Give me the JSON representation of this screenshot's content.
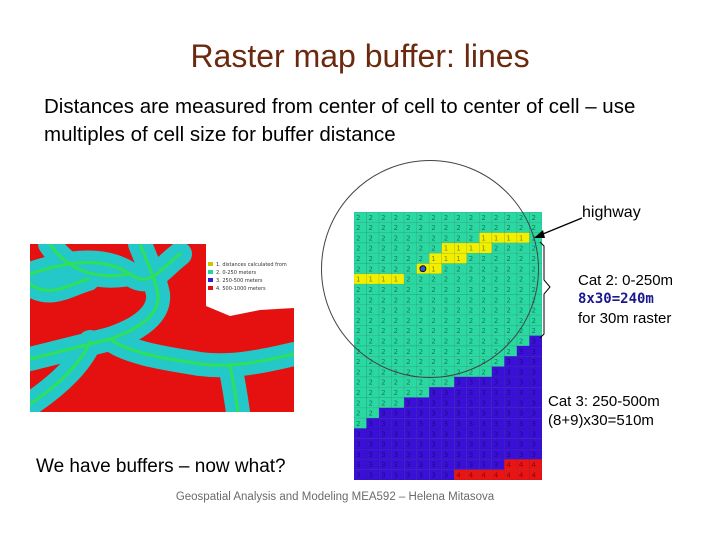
{
  "slide": {
    "title": "Raster map buffer: lines",
    "subtitle": "Distances are measured from center of cell to center of cell – use multiples of cell size for buffer distance",
    "highway_label": "highway",
    "cat2": {
      "line1": "Cat 2: 0-250m",
      "line2": "8x30=240m",
      "line3": "for 30m raster"
    },
    "cat3": {
      "line1": "Cat 3: 250-500m",
      "line2": "(8+9)x30=510m"
    },
    "question": "We have buffers – now what?",
    "footer": "Geospatial Analysis and Modeling MEA592 – Helena Mitasova"
  },
  "legend": {
    "items": [
      {
        "label": "1. distances calculated from",
        "color": "#c8c800"
      },
      {
        "label": "2. 0-250 meters",
        "color": "#25d2a0"
      },
      {
        "label": "3. 250-500 meters",
        "color": "#3a1ad0"
      },
      {
        "label": "4. 500-1000 meters",
        "color": "#e01010"
      }
    ]
  },
  "grid": {
    "rows": 26,
    "cols": 15,
    "colors": {
      "1": "#f0f000",
      "2": "#2ad8a2",
      "3": "#3a10d8",
      "4": "#ea1414"
    },
    "values": [
      "222222222222222",
      "222222222222222",
      "222222222211112",
      "222222211112222",
      "222222111222222",
      "222221122222222",
      "111122222222222",
      "222222222222222",
      "222222222222222",
      "222222222222222",
      "222222222222222",
      "222222222222222",
      "222222222222223",
      "222222222222233",
      "222222222222333",
      "222222222223333",
      "222222223333333",
      "222222333333333",
      "222233333333333",
      "223333333333333",
      "233333333333333",
      "333333333333333",
      "333333333333333",
      "333333333333333",
      "333333333333444",
      "333333334444444"
    ]
  },
  "colors": {
    "title": "#6b2a10",
    "blue_text": "#1a1a8c"
  }
}
